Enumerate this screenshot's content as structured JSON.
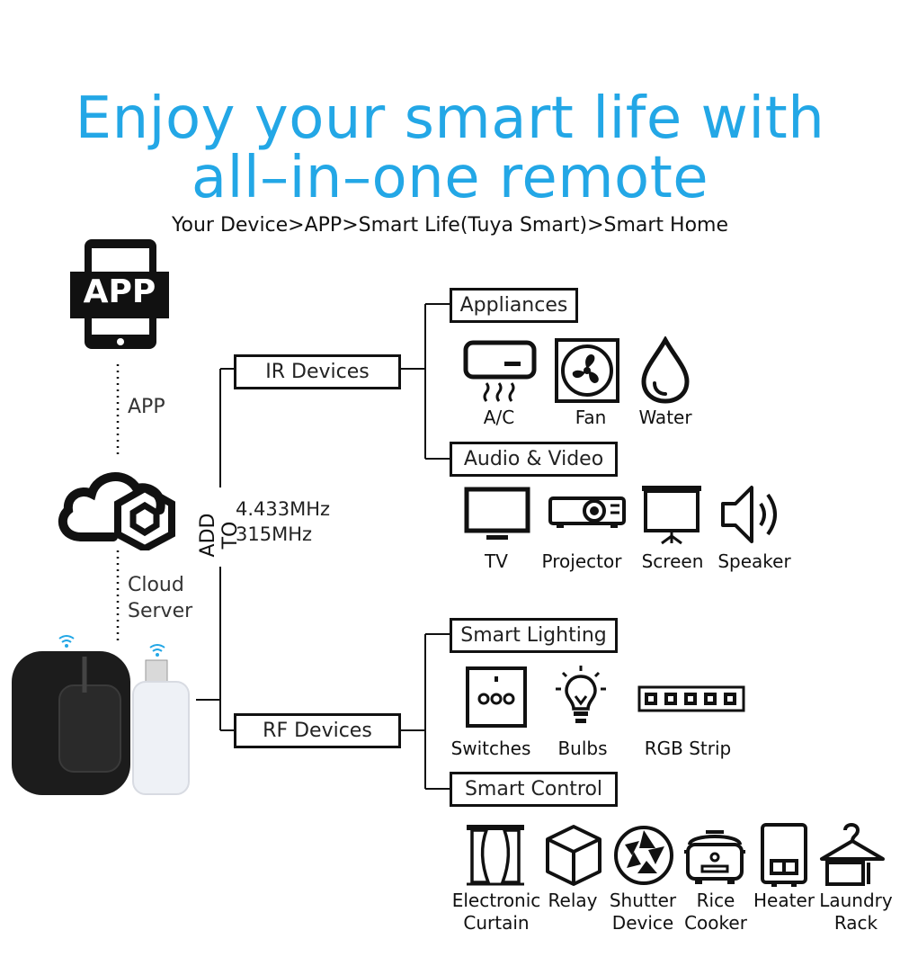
{
  "title": {
    "line1": "Enjoy your smart life with",
    "line2": "all–in–one remote"
  },
  "subtitle": "Your Device>APP>Smart Life(Tuya Smart)>Smart Home",
  "left": {
    "app_badge": "APP",
    "app_label": "APP",
    "cloud_label_1": "Cloud",
    "cloud_label_2": "Server"
  },
  "add_to": "ADD TO",
  "frequencies": [
    "4.433MHz",
    "315MHz"
  ],
  "branches": {
    "ir": "IR Devices",
    "rf": "RF Devices"
  },
  "groups": {
    "appliances": "Appliances",
    "audio_video": "Audio & Video",
    "smart_lighting": "Smart Lighting",
    "smart_control": "Smart Control"
  },
  "devices": {
    "ac": "A/C",
    "fan": "Fan",
    "water": "Water",
    "tv": "TV",
    "projector": "Projector",
    "screen": "Screen",
    "speaker": "Speaker",
    "switches": "Switches",
    "bulbs": "Bulbs",
    "rgb_strip": "RGB Strip",
    "curtain": [
      "Electronic",
      "Curtain"
    ],
    "relay": "Relay",
    "shutter": [
      "Shutter",
      "Device"
    ],
    "rice_cooker": [
      "Rice",
      "Cooker"
    ],
    "heater": "Heater",
    "laundry": [
      "Laundry",
      "Rack"
    ]
  },
  "icons": [
    "phone-app-icon",
    "cloud-icon",
    "tuya-logo-icon",
    "wifi-icon",
    "ac-icon",
    "fan-icon",
    "water-drop-icon",
    "tv-icon",
    "projector-icon",
    "screen-icon",
    "speaker-icon",
    "switch-icon",
    "bulb-icon",
    "rgb-strip-icon",
    "curtain-icon",
    "relay-icon",
    "shutter-icon",
    "rice-cooker-icon",
    "heater-icon",
    "laundry-rack-icon"
  ],
  "colors": {
    "accent": "#23a7e6",
    "ink": "#111111"
  }
}
